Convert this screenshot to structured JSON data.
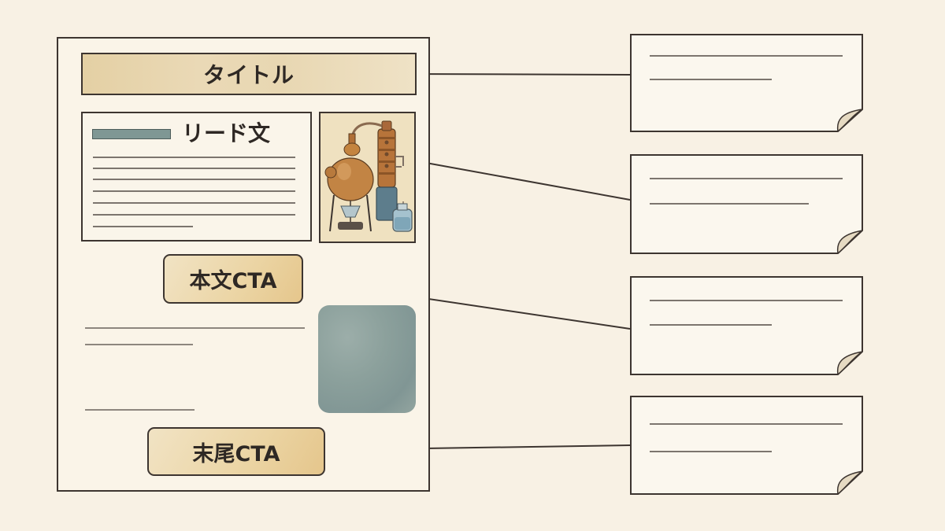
{
  "diagram": {
    "title_block_label": "タイトル",
    "lead_label": "リード文",
    "body_cta_label": "本文CTA",
    "end_cta_label": "末尾CTA",
    "illustration_icon": "distillation-apparatus-icon",
    "image_placeholder_icon": "image-placeholder-icon",
    "cards": [
      {
        "lines": 2
      },
      {
        "lines": 2
      },
      {
        "lines": 2
      },
      {
        "lines": 2
      }
    ],
    "colors": {
      "background": "#f8f1e4",
      "ink": "#3d3530",
      "title_fill": "#e8d7b2",
      "cta_fill": "#ebd4a3",
      "accent_slate": "#7f9794"
    }
  }
}
